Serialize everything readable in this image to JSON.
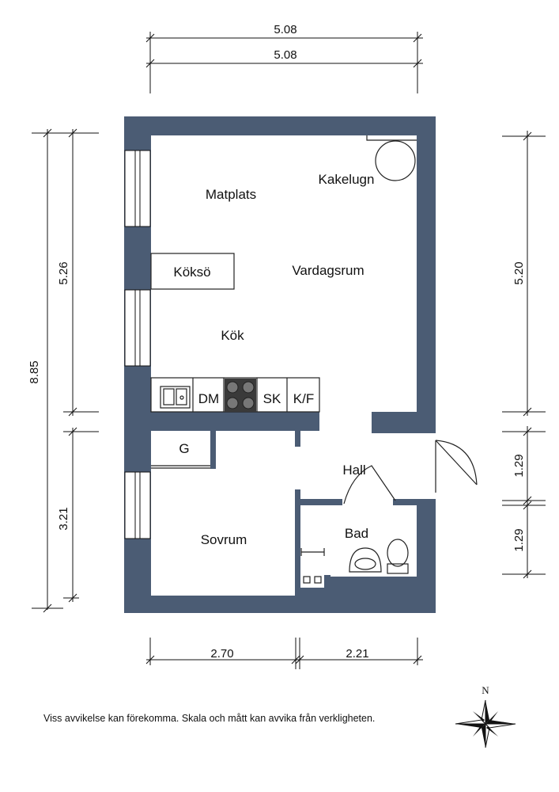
{
  "dimensions": {
    "top_outer": "5.08",
    "top_inner": "5.08",
    "left_total": "8.85",
    "left_upper": "5.26",
    "left_lower": "3.21",
    "right_upper": "5.20",
    "right_mid": "1.29",
    "right_lower": "1.29",
    "bottom_left": "2.70",
    "bottom_right": "2.21"
  },
  "rooms": {
    "matplats": "Matplats",
    "kakelugn": "Kakelugn",
    "koksö": "Köksö",
    "vardagsrum": "Vardagsrum",
    "kok": "Kök",
    "dm": "DM",
    "sk": "SK",
    "kf": "K/F",
    "g": "G",
    "hall": "Hall",
    "bad": "Bad",
    "sovrum": "Sovrum"
  },
  "compass": {
    "north_label": "N"
  },
  "disclaimer": "Viss avvikelse kan förekomma. Skala och mått kan avvika från verkligheten.",
  "colors": {
    "wall": "#4b5c74",
    "line": "#111111"
  }
}
